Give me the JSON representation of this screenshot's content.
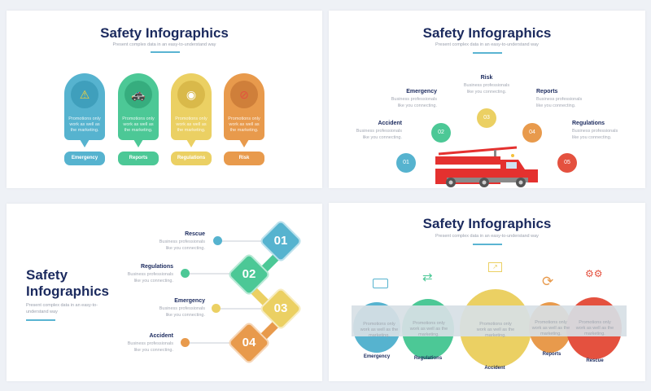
{
  "title": "Safety Infographics",
  "subtitle": "Present complex data in an easy-to-understand way",
  "colors": {
    "blue": "#56b3cf",
    "green": "#4cc896",
    "yellow": "#ebd063",
    "orange": "#e89a4c",
    "red": "#e4513f",
    "navy": "#1b2a5e"
  },
  "slide1": {
    "items": [
      {
        "label": "Emergency",
        "text": "Promotions only work as well as the marketing.",
        "icon": "hazard-icon"
      },
      {
        "label": "Reports",
        "text": "Promotions only work as well as the marketing.",
        "icon": "police-car-icon"
      },
      {
        "label": "Regulations",
        "text": "Promotions only work as well as the marketing.",
        "icon": "mask-icon"
      },
      {
        "label": "Risk",
        "text": "Promotions only work as well as the marketing.",
        "icon": "no-gun-icon"
      }
    ]
  },
  "slide2": {
    "items": [
      {
        "num": "01",
        "label": "Accident",
        "text": "Business professionals like you connecting."
      },
      {
        "num": "02",
        "label": "Emergency",
        "text": "Business professionals like you connecting."
      },
      {
        "num": "03",
        "label": "Risk",
        "text": "Business professionals like you connecting."
      },
      {
        "num": "04",
        "label": "Reports",
        "text": "Business professionals like you connecting."
      },
      {
        "num": "05",
        "label": "Regulations",
        "text": "Business professionals like you connecting."
      }
    ]
  },
  "slide3": {
    "title_line1": "Safety",
    "title_line2": "Infographics",
    "subtitle": "Present complex data in an easy-to-understand way",
    "items": [
      {
        "num": "01",
        "label": "Rescue",
        "text": "Business professionals like you connecting."
      },
      {
        "num": "02",
        "label": "Regulations",
        "text": "Business professionals like you connecting."
      },
      {
        "num": "03",
        "label": "Emergency",
        "text": "Business professionals like you connecting."
      },
      {
        "num": "04",
        "label": "Accident",
        "text": "Business professionals like you connecting."
      }
    ]
  },
  "slide4": {
    "items": [
      {
        "label": "Emergency",
        "text": "Promotions only work as well as the marketing.",
        "icon": "monitor-icon"
      },
      {
        "label": "Regulations",
        "text": "Promotions only work as well as the marketing.",
        "icon": "arrows-exchange-icon"
      },
      {
        "label": "Accident",
        "text": "Promotions only work as well as the marketing.",
        "icon": "chart-board-icon"
      },
      {
        "label": "Reports",
        "text": "Promotions only work as well as the marketing.",
        "icon": "refresh-icon"
      },
      {
        "label": "Rescue",
        "text": "Promotions only work as well as the marketing.",
        "icon": "gears-icon"
      }
    ]
  }
}
